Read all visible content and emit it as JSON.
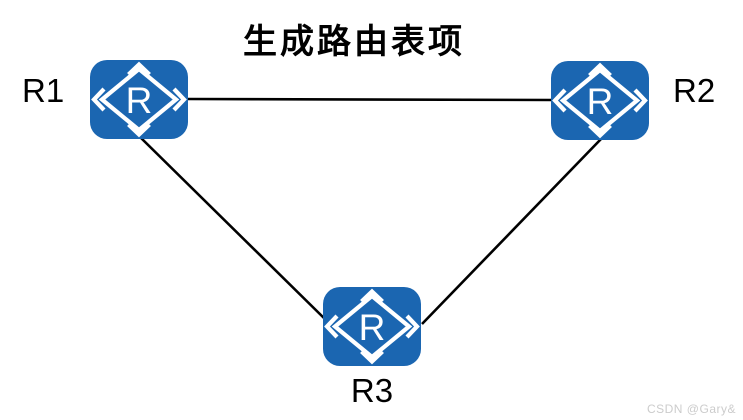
{
  "diagram": {
    "title": "生成路由表项",
    "router_letter": "R",
    "nodes": [
      {
        "id": "R1",
        "label": "R1",
        "icon": "router-icon"
      },
      {
        "id": "R2",
        "label": "R2",
        "icon": "router-icon"
      },
      {
        "id": "R3",
        "label": "R3",
        "icon": "router-icon"
      }
    ],
    "links": [
      {
        "from": "R1",
        "to": "R2"
      },
      {
        "from": "R1",
        "to": "R3"
      },
      {
        "from": "R2",
        "to": "R3"
      }
    ],
    "colors": {
      "router_blue": "#1b66b1",
      "link_line": "#000000",
      "label_text": "#000000"
    }
  },
  "watermark": {
    "text": "CSDN @Gary&",
    "color": "#cccccc"
  }
}
